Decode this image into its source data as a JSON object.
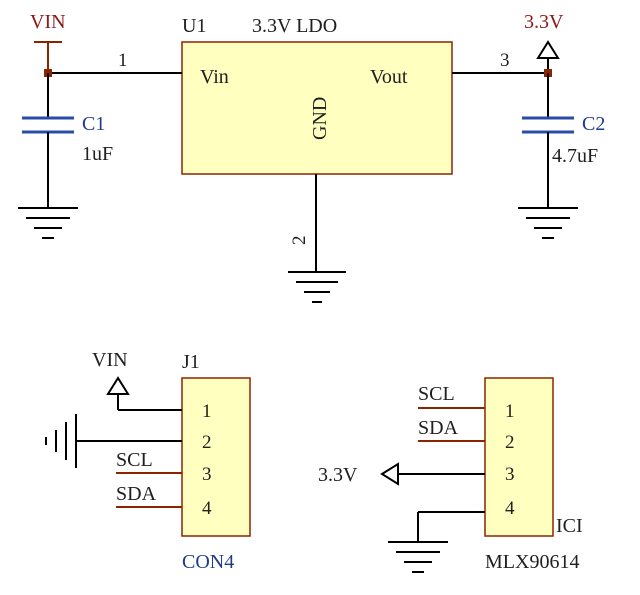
{
  "regulator": {
    "ref": "U1",
    "value": "3.3V LDO",
    "pin_vin": "Vin",
    "pin_vout": "Vout",
    "pin_gnd": "GND",
    "pin1": "1",
    "pin2": "2",
    "pin3": "3"
  },
  "nets": {
    "vin": "VIN",
    "v33": "3.3V"
  },
  "c1": {
    "ref": "C1",
    "value": "1uF"
  },
  "c2": {
    "ref": "C2",
    "value": "4.7uF"
  },
  "j1": {
    "ref": "J1",
    "name": "CON4",
    "pins": [
      "1",
      "2",
      "3",
      "4"
    ],
    "net_vin": "VIN",
    "net_scl": "SCL",
    "net_sda": "SDA"
  },
  "ic1": {
    "ref": "ICI",
    "name": "MLX90614",
    "pins": [
      "1",
      "2",
      "3",
      "4"
    ],
    "net_scl": "SCL",
    "net_sda": "SDA",
    "net_v33": "3.3V"
  }
}
